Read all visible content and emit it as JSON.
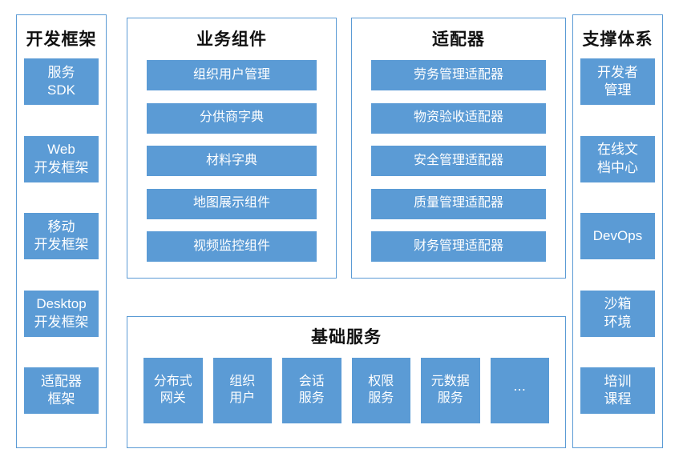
{
  "colors": {
    "box_blue": "#5B9BD5",
    "panel_border": "#5B9BD5",
    "box_text": "#FFFFFF",
    "title_text": "#111111",
    "background": "#FFFFFF"
  },
  "panels": {
    "dev_framework": {
      "title": "开发框架",
      "items": [
        "服务\nSDK",
        "Web\n开发框架",
        "移动\n开发框架",
        "Desktop\n开发框架",
        "适配器\n框架"
      ]
    },
    "business_components": {
      "title": "业务组件",
      "items": [
        "组织用户管理",
        "分供商字典",
        "材料字典",
        "地图展示组件",
        "视频监控组件"
      ]
    },
    "adapters": {
      "title": "适配器",
      "items": [
        "劳务管理适配器",
        "物资验收适配器",
        "安全管理适配器",
        "质量管理适配器",
        "财务管理适配器"
      ]
    },
    "basic_services": {
      "title": "基础服务",
      "items": [
        "分布式\n网关",
        "组织\n用户",
        "会话\n服务",
        "权限\n服务",
        "元数据\n服务",
        "⋯"
      ]
    },
    "support_system": {
      "title": "支撑体系",
      "items": [
        "开发者\n管理",
        "在线文\n档中心",
        "DevOps",
        "沙箱\n环境",
        "培训\n课程"
      ]
    }
  }
}
